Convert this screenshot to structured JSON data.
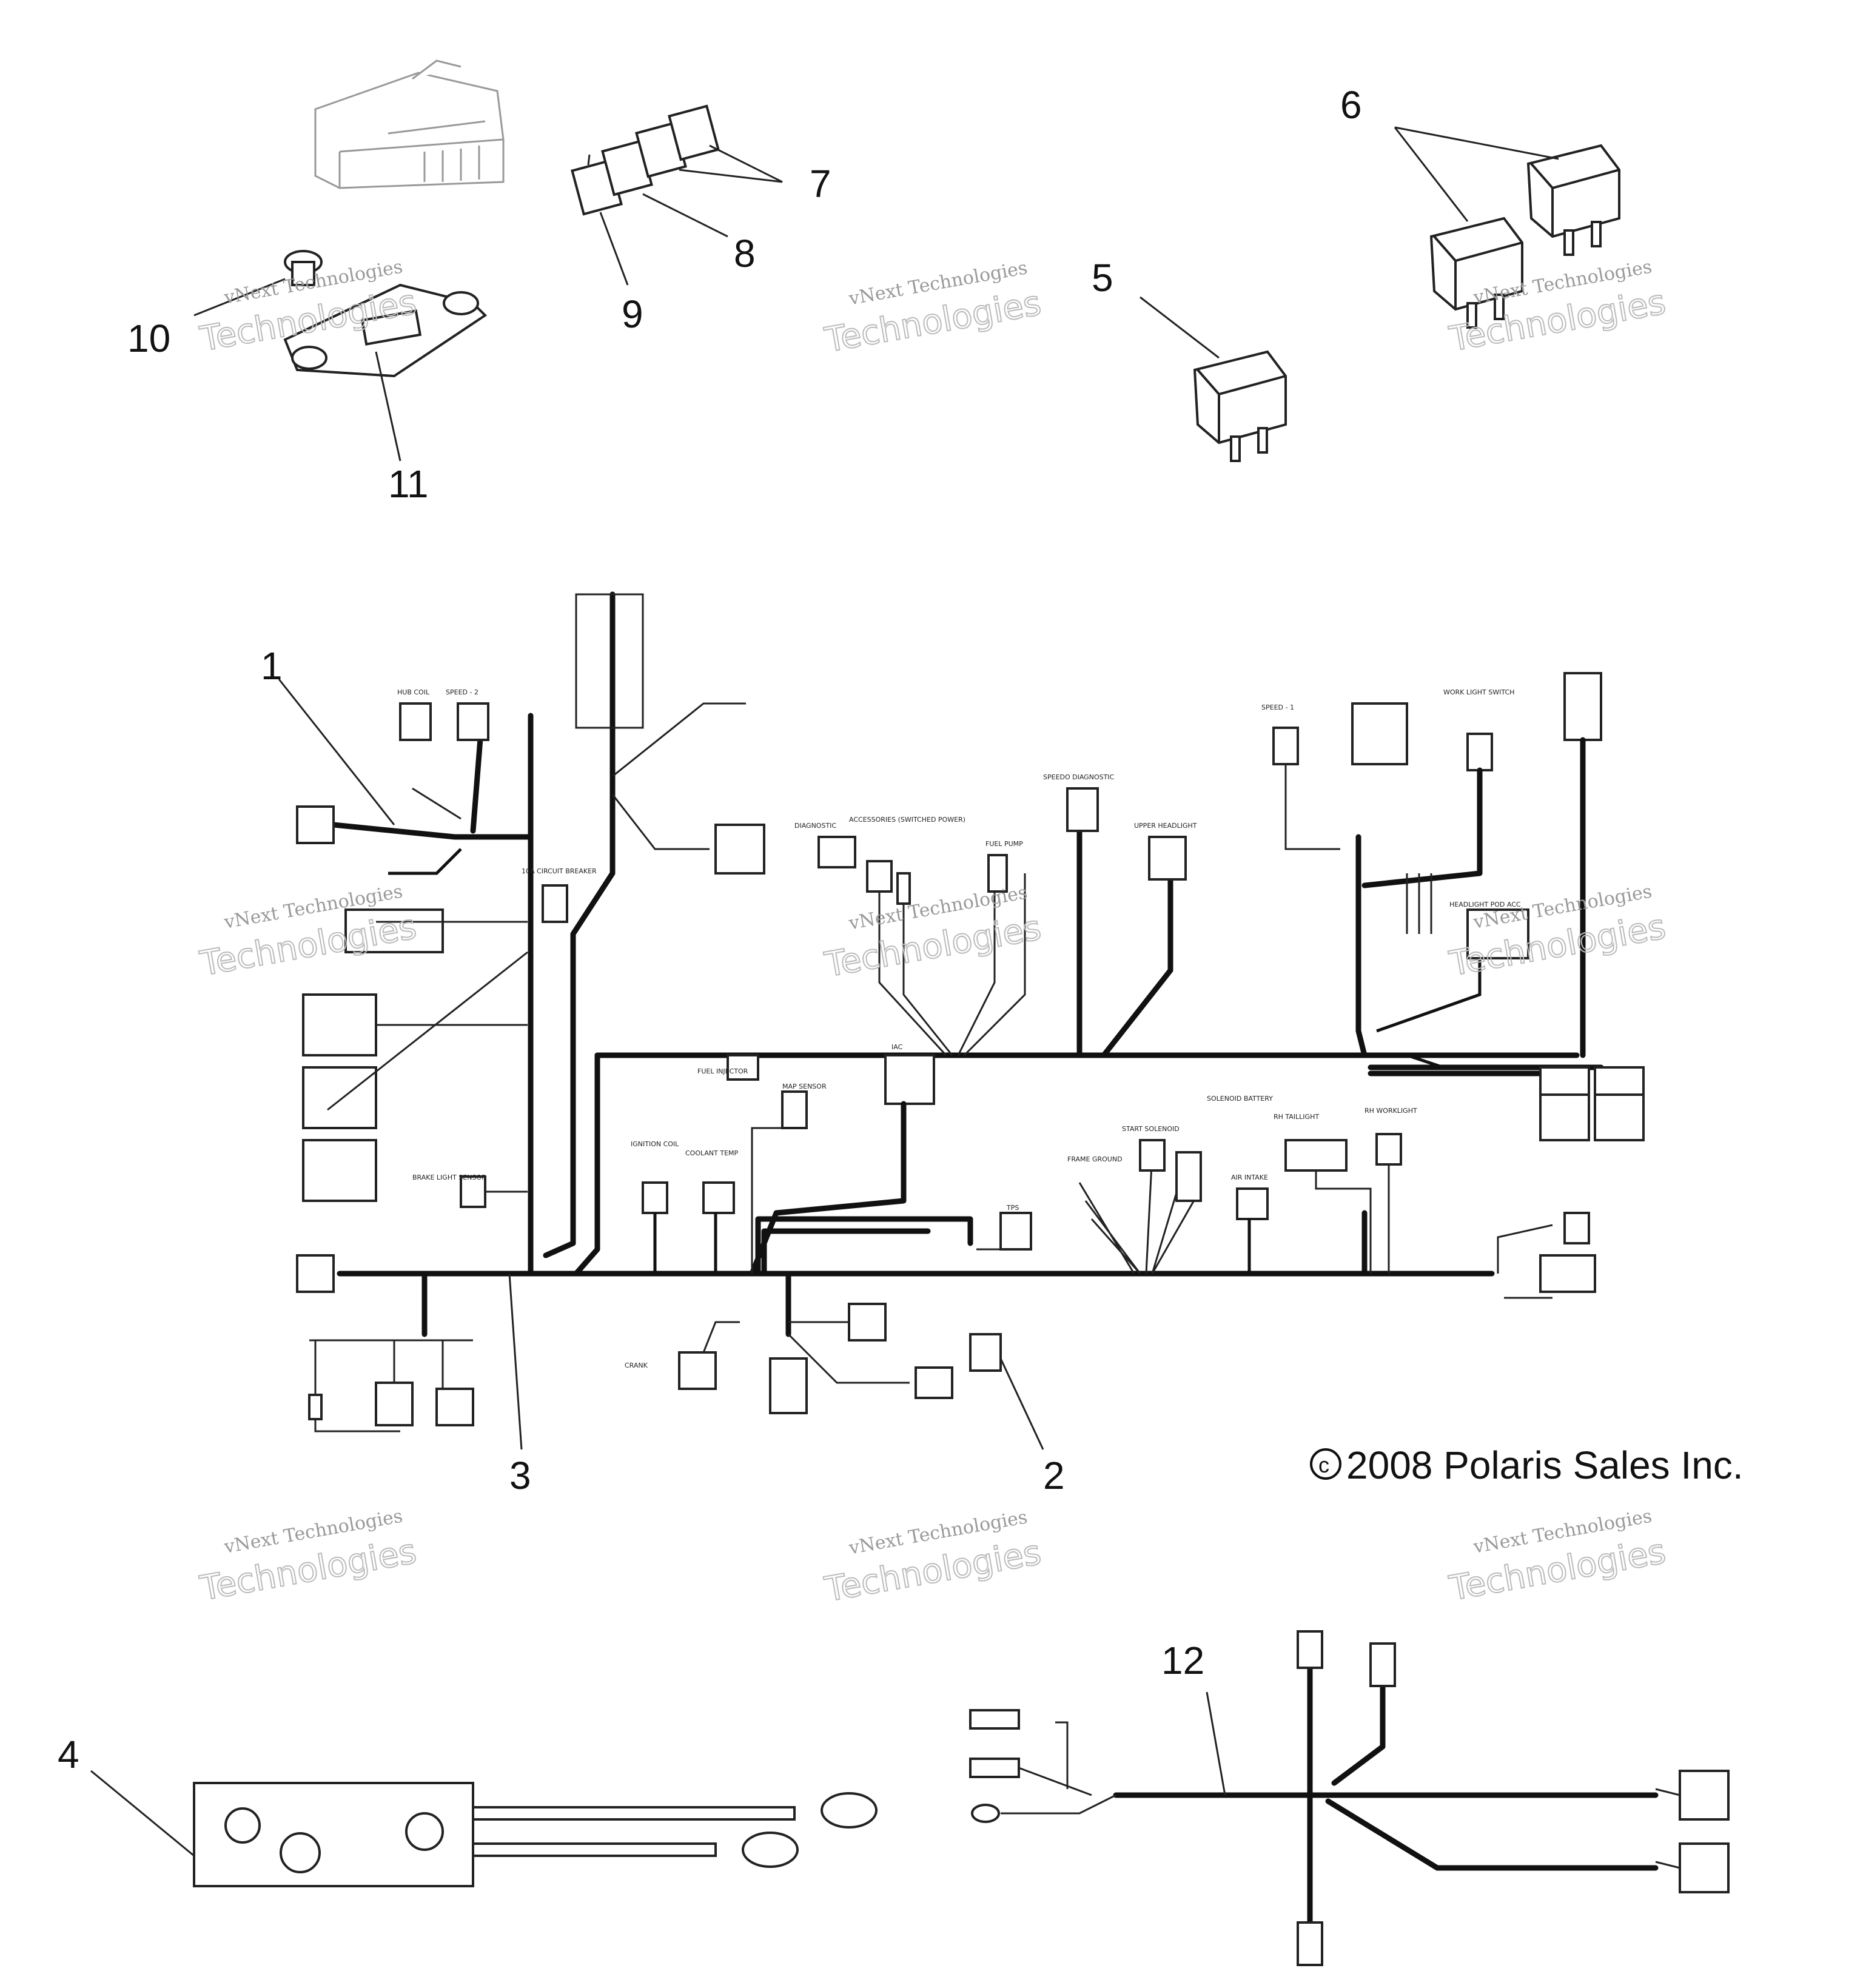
{
  "callouts": {
    "c1": "1",
    "c2": "2",
    "c3": "3",
    "c4": "4",
    "c5": "5",
    "c6": "6",
    "c7": "7",
    "c8": "8",
    "c9": "9",
    "c10": "10",
    "c11": "11",
    "c12": "12"
  },
  "copyright": "2008 Polaris Sales Inc.",
  "watermark": {
    "line1": "vNext Technologies",
    "line2": "Technologies"
  },
  "connector_labels": {
    "hub_coil": "HUB COIL",
    "speed_2": "SPEED - 2",
    "speed_1": "SPEED - 1",
    "diagnostic": "DIAGNOSTIC",
    "accessories": "ACCESSORIES (SWITCHED POWER)",
    "fuel_pump": "FUEL PUMP",
    "speedo_diagnostic": "SPEEDO DIAGNOSTIC",
    "upper_headlight": "UPPER HEADLIGHT",
    "work_light_switch": "WORK LIGHT SWITCH",
    "headlight_pod_acc": "HEADLIGHT POD ACC",
    "circuit_breaker": "10A CIRCUIT BREAKER",
    "fuel_injector": "FUEL INJECTOR",
    "iac": "IAC",
    "map_sensor": "MAP SENSOR",
    "ignition_coil": "IGNITION COIL",
    "coolant_temp": "COOLANT TEMP",
    "tps": "TPS",
    "frame_ground": "FRAME GROUND",
    "start_solenoid": "START SOLENOID",
    "solenoid_battery": "SOLENOID BATTERY",
    "air_intake": "AIR INTAKE",
    "rh_taillight": "RH TAILLIGHT",
    "rh_worklight": "RH WORKLIGHT",
    "brake_light_sensor": "BRAKE LIGHT SENSOR",
    "crank": "CRANK"
  }
}
